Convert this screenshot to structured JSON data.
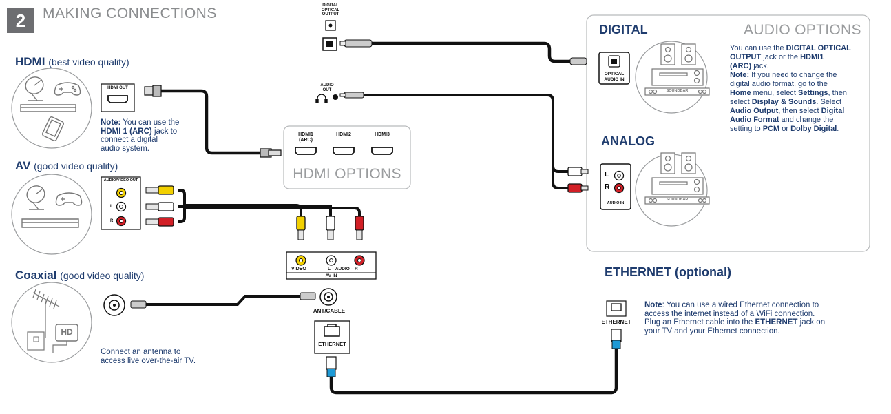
{
  "header": {
    "step_number": "2",
    "title": "MAKING CONNECTIONS"
  },
  "hdmi_section": {
    "heading": "HDMI",
    "quality": "(best video quality)",
    "port_label": "HDMI OUT",
    "note_label": "Note:",
    "note_text_1": " You can use the",
    "note_bold": "HDMI 1 (ARC)",
    "note_text_2": " jack to",
    "note_text_3": "connect a digital",
    "note_text_4": "audio system."
  },
  "av_section": {
    "heading": "AV",
    "quality": "(good video quality)",
    "port_label": "AUDIO/VIDEO OUT",
    "jack_l": "L",
    "jack_r": "R"
  },
  "coaxial_section": {
    "heading": "Coaxial",
    "quality": "(good video quality)",
    "hd_label": "HD",
    "caption_1": "Connect an antenna to",
    "caption_2": "access live over-the-air TV."
  },
  "tv_panel": {
    "optical_label_1": "DIGITAL",
    "optical_label_2": "OPTICAL",
    "optical_label_3": "OUTPUT",
    "audio_out_1": "AUDIO",
    "audio_out_2": "OUT",
    "av_in_video": "VIDEO",
    "av_in_audio": "L – AUDIO – R",
    "av_in_label": "AV IN",
    "ant_label": "ANT/CABLE",
    "ethernet_label": "ETHERNET"
  },
  "hdmi_options": {
    "title": "HDMI OPTIONS",
    "port1_a": "HDMI1",
    "port1_b": "(ARC)",
    "port2": "HDMI2",
    "port3": "HDMI3"
  },
  "audio_options": {
    "title": "AUDIO OPTIONS",
    "digital_heading": "DIGITAL",
    "analog_heading": "ANALOG",
    "optical_in_1": "OPTICAL",
    "optical_in_2": "AUDIO IN",
    "analog_l": "L",
    "analog_r": "R",
    "analog_in": "AUDIO IN",
    "soundbar": "SOUNDBAR",
    "text_1": "You can use the ",
    "text_1b": "DIGITAL OPTICAL",
    "text_2b": "OUTPUT",
    "text_2": " jack or the ",
    "text_2c": "HDMI1",
    "text_3b": "(ARC)",
    "text_3": " jack.",
    "note_label": "Note:",
    "note_1": " If you need to change the",
    "note_2": "digital audio format, go to the",
    "note_3b": "Home",
    "note_3": " menu, select ",
    "note_3c": "Settings",
    "note_3d": ", then",
    "note_4": "select ",
    "note_4b": "Display & Sounds",
    "note_4c": ". Select",
    "note_5b": "Audio Output",
    "note_5": ", then select ",
    "note_5c": "Digital",
    "note_6b": "Audio Format",
    "note_6": " and change the",
    "note_7": "setting to ",
    "note_7b": "PCM",
    "note_7c": " or ",
    "note_7d": "Dolby Digital",
    "note_7e": "."
  },
  "ethernet_section": {
    "heading": "ETHERNET (optional)",
    "port_label": "ETHERNET",
    "note_label": "Note",
    "text_1": ": You can use a wired Ethernet connection to",
    "text_2": "access the internet instead of a WiFi connection.",
    "text_3": "Plug an Ethernet cable into the ",
    "text_3b": "ETHERNET",
    "text_3c": " jack on",
    "text_4": "your TV and your Ethernet connection."
  },
  "colors": {
    "heading_blue": "#1f3c6e",
    "cable": "#111111",
    "yellow": "#f2d000",
    "red": "#d21f26",
    "ethernet_blue": "#1e9ad6",
    "panel_border": "#b8babc",
    "title_gray": "#9a9c9e"
  },
  "icons": [
    "satellite-dish-icon",
    "game-controller-icon",
    "set-top-box-icon",
    "tablet-icon",
    "antenna-icon",
    "speaker-icon",
    "receiver-icon",
    "headphone-icon"
  ]
}
